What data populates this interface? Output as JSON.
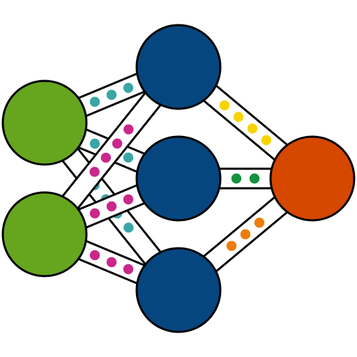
{
  "colors": {
    "background": "#ffffff",
    "stroke": "#000000",
    "node_input": "#66a61e",
    "node_hidden": "#06467f",
    "node_output": "#d64700",
    "dot_teal": "#3aa5a6",
    "dot_magenta": "#c9288a",
    "dot_yellow": "#f7d400",
    "dot_green": "#15923f",
    "dot_orange": "#ee7d0b"
  },
  "diagram": {
    "nodes": [
      {
        "id": "input-1",
        "layer": "input",
        "color": "node_input"
      },
      {
        "id": "input-2",
        "layer": "input",
        "color": "node_input"
      },
      {
        "id": "hidden-1",
        "layer": "hidden",
        "color": "node_hidden"
      },
      {
        "id": "hidden-2",
        "layer": "hidden",
        "color": "node_hidden"
      },
      {
        "id": "hidden-3",
        "layer": "hidden",
        "color": "node_hidden"
      },
      {
        "id": "output-1",
        "layer": "output",
        "color": "node_output"
      }
    ],
    "edges": [
      {
        "from": "input-1",
        "to": "hidden-1",
        "dot_color": "dot_teal",
        "dot_count": 3
      },
      {
        "from": "input-1",
        "to": "hidden-2",
        "dot_color": "dot_teal",
        "dot_count": 3
      },
      {
        "from": "input-1",
        "to": "hidden-3",
        "dot_color": "dot_teal",
        "dot_count": 4
      },
      {
        "from": "input-2",
        "to": "hidden-1",
        "dot_color": "dot_magenta",
        "dot_count": 4
      },
      {
        "from": "input-2",
        "to": "hidden-2",
        "dot_color": "dot_magenta",
        "dot_count": 3
      },
      {
        "from": "input-2",
        "to": "hidden-3",
        "dot_color": "dot_magenta",
        "dot_count": 3
      },
      {
        "from": "hidden-1",
        "to": "output-1",
        "dot_color": "dot_yellow",
        "dot_count": 4
      },
      {
        "from": "hidden-2",
        "to": "output-1",
        "dot_color": "dot_green",
        "dot_count": 2
      },
      {
        "from": "hidden-3",
        "to": "output-1",
        "dot_color": "dot_orange",
        "dot_count": 3
      }
    ]
  }
}
